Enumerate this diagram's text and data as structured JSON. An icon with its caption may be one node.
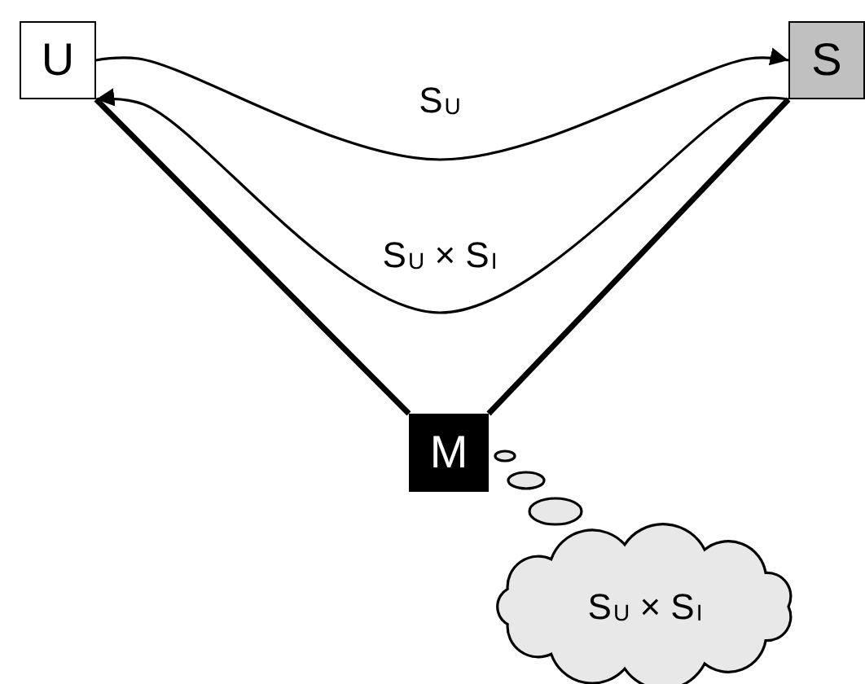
{
  "diagram": {
    "nodes": [
      {
        "text": [
          "U"
        ]
      },
      {
        "text": [
          "S"
        ]
      },
      {
        "text": [
          "M"
        ]
      },
      {
        "text": [
          "S$_{U}$ × S$_{I}$"
        ]
      }
    ],
    "edges": [
      {
        "from": 0,
        "to": 1,
        "arrow": "to",
        "label": "S$_{U}$"
      },
      {
        "from": 1,
        "to": 0,
        "arrow": "to",
        "label": "S$_{U}$ × S$_{I}$"
      },
      {
        "from": 2,
        "to": 0,
        "arrow": "none",
        "style": "thick"
      },
      {
        "from": 2,
        "to": 1,
        "arrow": "none",
        "style": "thick"
      }
    ]
  }
}
